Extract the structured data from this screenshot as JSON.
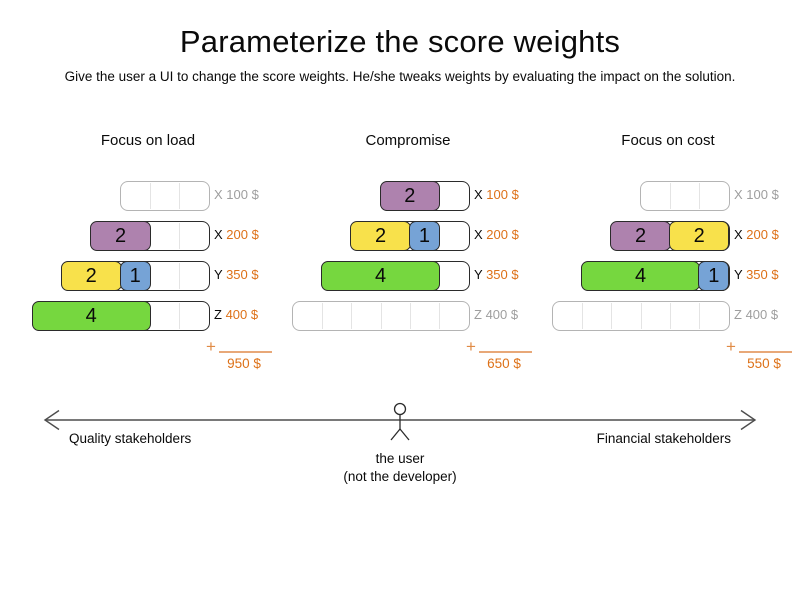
{
  "title": "Parameterize the score weights",
  "subtitle": "Give the user a UI to change the score weights. He/she tweaks weights by evaluating the impact on the solution.",
  "plus_sign": "+",
  "colors": {
    "purple": "#ae82ae",
    "yellow": "#f8e14b",
    "blue": "#76a3d6",
    "green": "#76d73f",
    "orange_price": "#dd7118",
    "grey_dim": "#9e9e9e"
  },
  "scenarios": [
    {
      "name": "Focus on load",
      "total": "950 $",
      "rows": [
        {
          "computer": "X",
          "price": "100 $",
          "used": false,
          "capacity": 3,
          "blocks": []
        },
        {
          "computer": "X",
          "price": "200 $",
          "used": true,
          "capacity": 4,
          "blocks": [
            {
              "color": "purple",
              "label": "2",
              "units": 2
            }
          ]
        },
        {
          "computer": "Y",
          "price": "350 $",
          "used": true,
          "capacity": 5,
          "blocks": [
            {
              "color": "yellow",
              "label": "2",
              "units": 2
            },
            {
              "color": "blue",
              "label": "1",
              "units": 1
            }
          ]
        },
        {
          "computer": "Z",
          "price": "400 $",
          "used": true,
          "capacity": 6,
          "blocks": [
            {
              "color": "green",
              "label": "4",
              "units": 4
            }
          ]
        }
      ]
    },
    {
      "name": "Compromise",
      "total": "650 $",
      "rows": [
        {
          "computer": "X",
          "price": "100 $",
          "used": true,
          "capacity": 3,
          "blocks": [
            {
              "color": "purple",
              "label": "2",
              "units": 2
            }
          ]
        },
        {
          "computer": "X",
          "price": "200 $",
          "used": true,
          "capacity": 4,
          "blocks": [
            {
              "color": "yellow",
              "label": "2",
              "units": 2
            },
            {
              "color": "blue",
              "label": "1",
              "units": 1
            }
          ]
        },
        {
          "computer": "Y",
          "price": "350 $",
          "used": true,
          "capacity": 5,
          "blocks": [
            {
              "color": "green",
              "label": "4",
              "units": 4
            }
          ]
        },
        {
          "computer": "Z",
          "price": "400 $",
          "used": false,
          "capacity": 6,
          "blocks": []
        }
      ]
    },
    {
      "name": "Focus on cost",
      "total": "550 $",
      "rows": [
        {
          "computer": "X",
          "price": "100 $",
          "used": false,
          "capacity": 3,
          "blocks": []
        },
        {
          "computer": "X",
          "price": "200 $",
          "used": true,
          "capacity": 4,
          "blocks": [
            {
              "color": "purple",
              "label": "2",
              "units": 2
            },
            {
              "color": "yellow",
              "label": "2",
              "units": 2
            }
          ]
        },
        {
          "computer": "Y",
          "price": "350 $",
          "used": true,
          "capacity": 5,
          "blocks": [
            {
              "color": "green",
              "label": "4",
              "units": 4
            },
            {
              "color": "blue",
              "label": "1",
              "units": 1
            }
          ]
        },
        {
          "computer": "Z",
          "price": "400 $",
          "used": false,
          "capacity": 6,
          "blocks": []
        }
      ]
    }
  ],
  "axis": {
    "left_label": "Quality stakeholders",
    "right_label": "Financial stakeholders",
    "actor_caption_line1": "the user",
    "actor_caption_line2": "(not the developer)"
  }
}
